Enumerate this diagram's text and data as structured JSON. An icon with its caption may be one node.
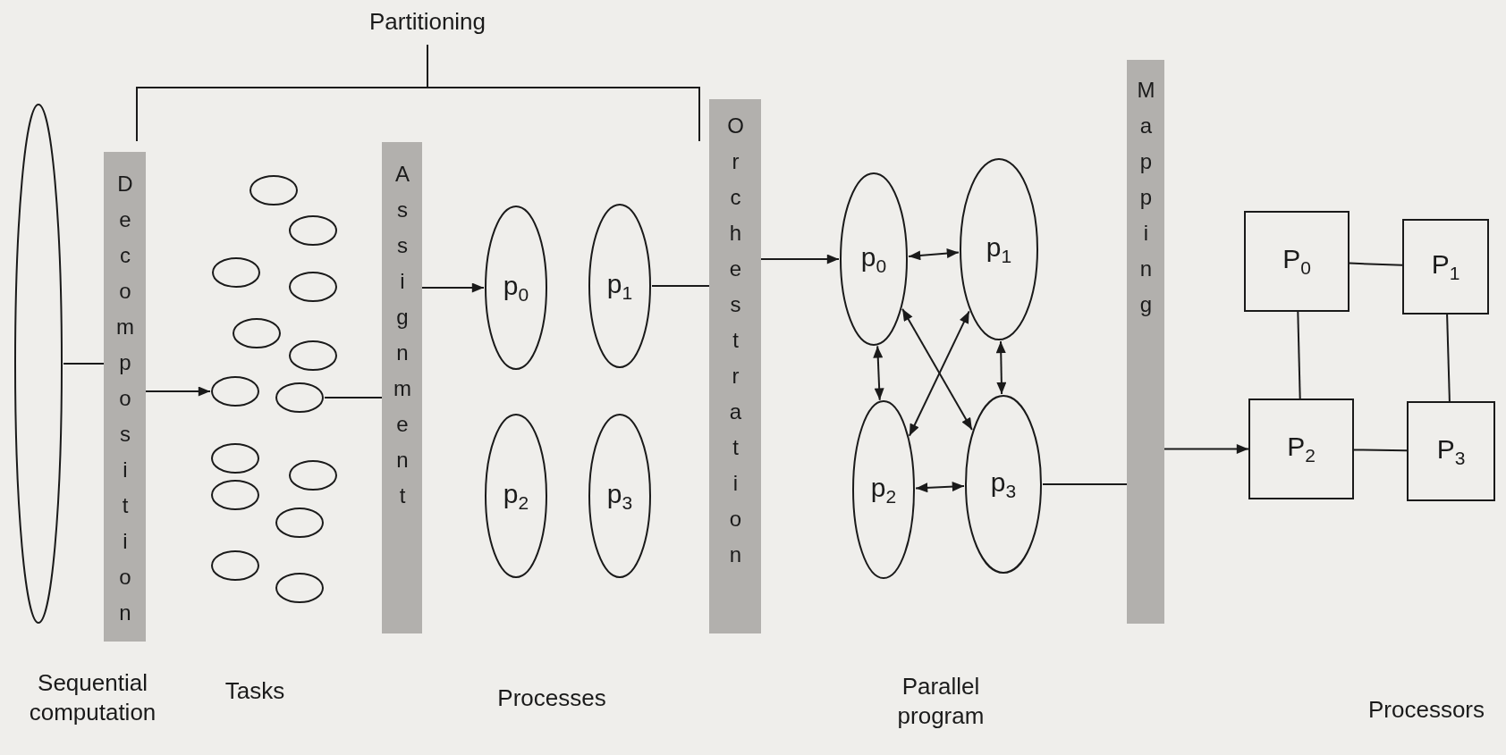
{
  "diagram": {
    "nodes": [
      {
        "text": [
          "Sequential computation"
        ]
      },
      {
        "text": [
          "Decomposition"
        ]
      },
      {
        "text": [],
        "shape": "ellipse"
      },
      {
        "text": [],
        "shape": "ellipse"
      },
      {
        "text": [],
        "shape": "ellipse"
      },
      {
        "text": [],
        "shape": "ellipse"
      },
      {
        "text": [],
        "shape": "ellipse"
      },
      {
        "text": [],
        "shape": "ellipse"
      },
      {
        "text": [],
        "shape": "ellipse"
      },
      {
        "text": [],
        "shape": "ellipse"
      },
      {
        "text": [],
        "shape": "ellipse"
      },
      {
        "text": [],
        "shape": "ellipse"
      },
      {
        "text": [],
        "shape": "ellipse"
      },
      {
        "text": [],
        "shape": "ellipse"
      },
      {
        "text": [],
        "shape": "ellipse"
      },
      {
        "text": [],
        "shape": "ellipse"
      },
      {
        "text": [
          "Assignment"
        ]
      },
      {
        "text": [
          "p$_{0}$"
        ]
      },
      {
        "text": [
          "p$_{1}$"
        ]
      },
      {
        "text": [
          "p$_{2}$"
        ]
      },
      {
        "text": [
          "p$_{3}$"
        ]
      },
      {
        "text": [
          "Orchestration"
        ]
      },
      {
        "text": [
          "p$_{0}$"
        ]
      },
      {
        "text": [
          "p$_{1}$"
        ]
      },
      {
        "text": [
          "p$_{2}$"
        ]
      },
      {
        "text": [
          "p$_{3}$"
        ]
      },
      {
        "text": [
          "Mapping"
        ]
      },
      {
        "text": [
          "P$_{0}$"
        ]
      },
      {
        "text": [
          "P$_{1}$"
        ]
      },
      {
        "text": [
          "P$_{2}$"
        ]
      },
      {
        "text": [
          "P$_{3}$"
        ]
      }
    ],
    "edges": [
      {
        "from": 0,
        "to": 1,
        "arrow": "none"
      },
      {
        "from": 1,
        "to": 8,
        "arrow": "to"
      },
      {
        "from": 9,
        "to": 16,
        "arrow": "none"
      },
      {
        "from": 16,
        "to": 17,
        "arrow": "to"
      },
      {
        "from": 18,
        "to": 21,
        "arrow": "none"
      },
      {
        "from": 21,
        "to": 22,
        "arrow": "to"
      },
      {
        "from": 22,
        "to": 23,
        "arrow": "both"
      },
      {
        "from": 22,
        "to": 24,
        "arrow": "both"
      },
      {
        "from": 23,
        "to": 25,
        "arrow": "both"
      },
      {
        "from": 22,
        "to": 25,
        "arrow": "both"
      },
      {
        "from": 23,
        "to": 24,
        "arrow": "both"
      },
      {
        "from": 24,
        "to": 25,
        "arrow": "both"
      },
      {
        "from": 25,
        "to": 26,
        "arrow": "none"
      },
      {
        "from": 26,
        "to": 29,
        "arrow": "to"
      },
      {
        "from": 27,
        "to": 28,
        "arrow": "none"
      },
      {
        "from": 27,
        "to": 29,
        "arrow": "none"
      },
      {
        "from": 28,
        "to": 30,
        "arrow": "none"
      },
      {
        "from": 29,
        "to": 30,
        "arrow": "none"
      }
    ],
    "labels": [
      "Partitioning",
      "Tasks",
      "Processes",
      "Parallel program",
      "Processors"
    ]
  }
}
